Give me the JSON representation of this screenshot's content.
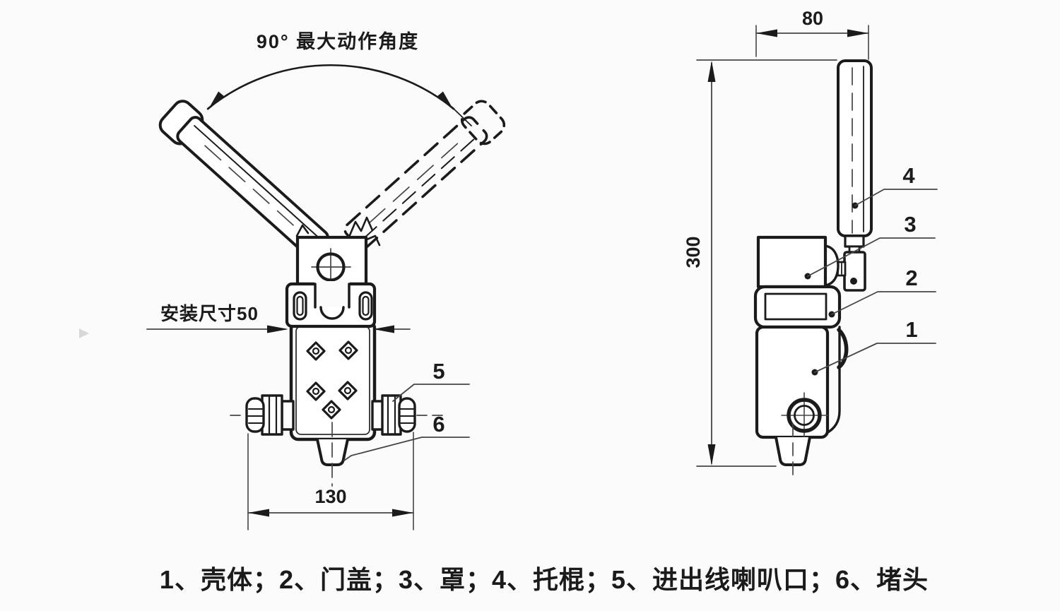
{
  "colors": {
    "background": "#fbfbfb",
    "ink": "#1b1b1b",
    "dim_line": "#454545"
  },
  "front_view": {
    "angle_note": "90°  最大动作角度",
    "install_dim_label": "安装尺寸50",
    "width_dim": "130",
    "callouts": {
      "gland": "5",
      "plug": "6"
    }
  },
  "side_view": {
    "depth_dim": "80",
    "height_dim": "300",
    "callouts": {
      "shell": "1",
      "door_cover": "2",
      "cover": "3",
      "rod": "4"
    }
  },
  "legend": {
    "text": "1、壳体；2、门盖；3、罩；4、托棍；5、进出线喇叭口；6、堵头"
  }
}
